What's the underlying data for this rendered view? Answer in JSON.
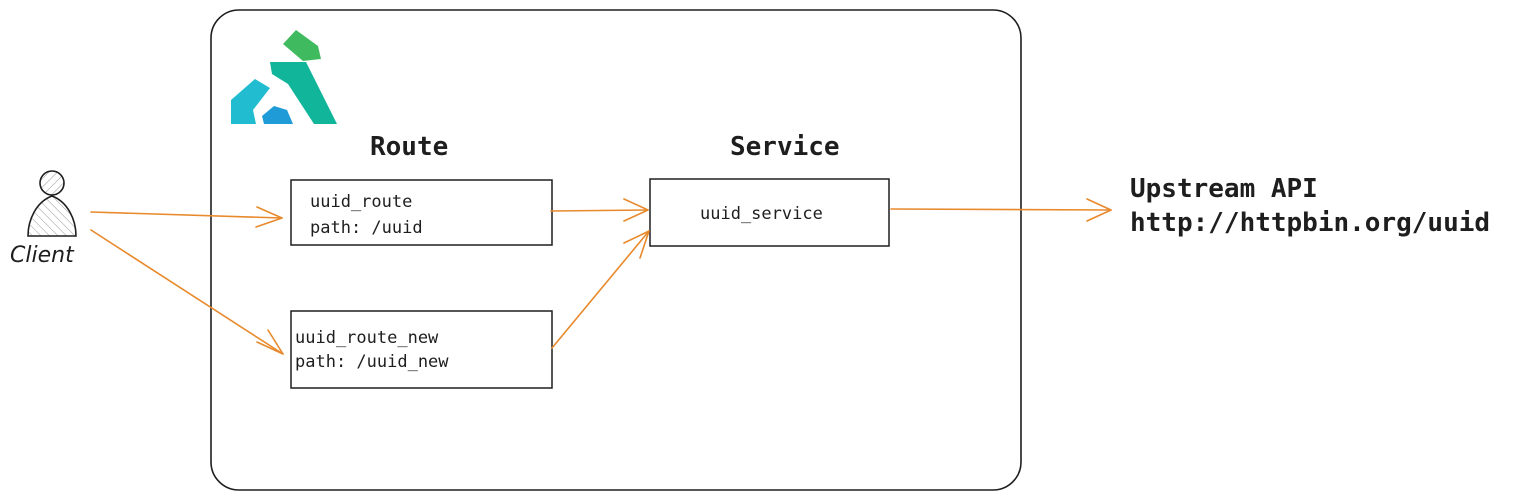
{
  "headings": {
    "route": "Route",
    "service": "Service"
  },
  "client": {
    "label": "Client"
  },
  "routes": [
    {
      "name": "uuid_route",
      "path": "path: /uuid"
    },
    {
      "name": "uuid_route_new",
      "path": "path: /uuid_new"
    }
  ],
  "service": {
    "name": "uuid_service"
  },
  "upstream": {
    "title": "Upstream API",
    "url": "http://httpbin.org/uuid"
  },
  "colors": {
    "arrow": "#e8892c",
    "stroke": "#1e1e1e",
    "logo_green": "#3fba5f",
    "logo_teal": "#10b59a",
    "logo_cyan": "#22bcd0",
    "logo_blue": "#1f9bd8"
  },
  "icons": {
    "logo": "kong-gateway-logo",
    "client": "person-icon"
  }
}
